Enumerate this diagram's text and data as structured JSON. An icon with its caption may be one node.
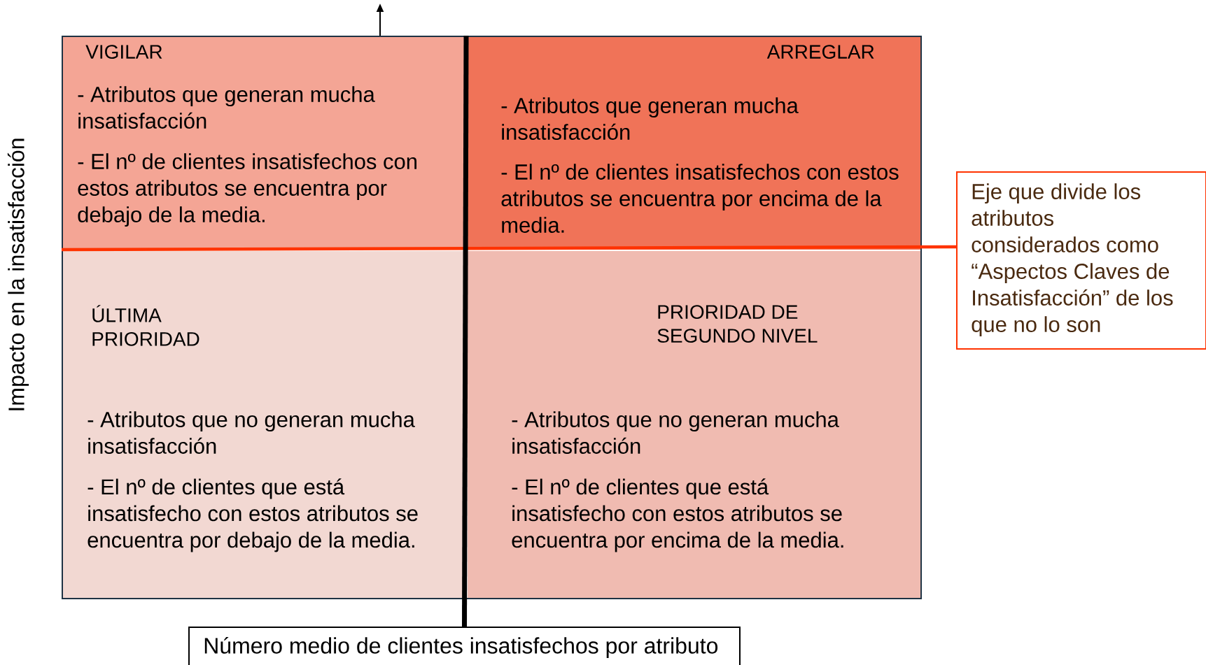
{
  "diagram": {
    "nodes": [
      {
        "text": [],
        "shape": "box"
      },
      {
        "text": [
          "VIGILAR",
          "- Atributos que generan mucha insatisfacción",
          "- El nº de clientes insatisfechos con estos atributos se encuentra por debajo de la media."
        ],
        "in": 0
      },
      {
        "text": [
          "ARREGLAR",
          "- Atributos que generan mucha insatisfacción",
          "- El nº de clientes insatisfechos con estos atributos se encuentra por encima de la media."
        ],
        "in": 0
      },
      {
        "text": [
          "ÚLTIMA PRIORIDAD",
          "- Atributos que no generan mucha insatisfacción",
          "- El nº de clientes que está insatisfecho con estos atributos se encuentra por debajo de la media."
        ],
        "in": 0
      },
      {
        "text": [
          "PRIORIDAD DE SEGUNDO NIVEL",
          "- Atributos que no generan mucha insatisfacción",
          "- El nº de clientes que está insatisfecho con estos atributos se encuentra por encima de la media."
        ],
        "in": 0
      },
      {
        "text": [
          "Eje que divide los atributos considerados como “Aspectos Claves de Insatisfacción” de los que no lo son"
        ]
      },
      {
        "text": [
          "Número medio de clientes insatisfechos por atributo"
        ]
      }
    ],
    "edges": [
      {
        "from": 5,
        "to": 0,
        "arrow": "none",
        "color": "#ff3300"
      },
      {
        "from": 6,
        "to": 0,
        "arrow": "none",
        "color": "#000000"
      }
    ],
    "labels": [
      "Impacto en la insatisfacción"
    ]
  }
}
